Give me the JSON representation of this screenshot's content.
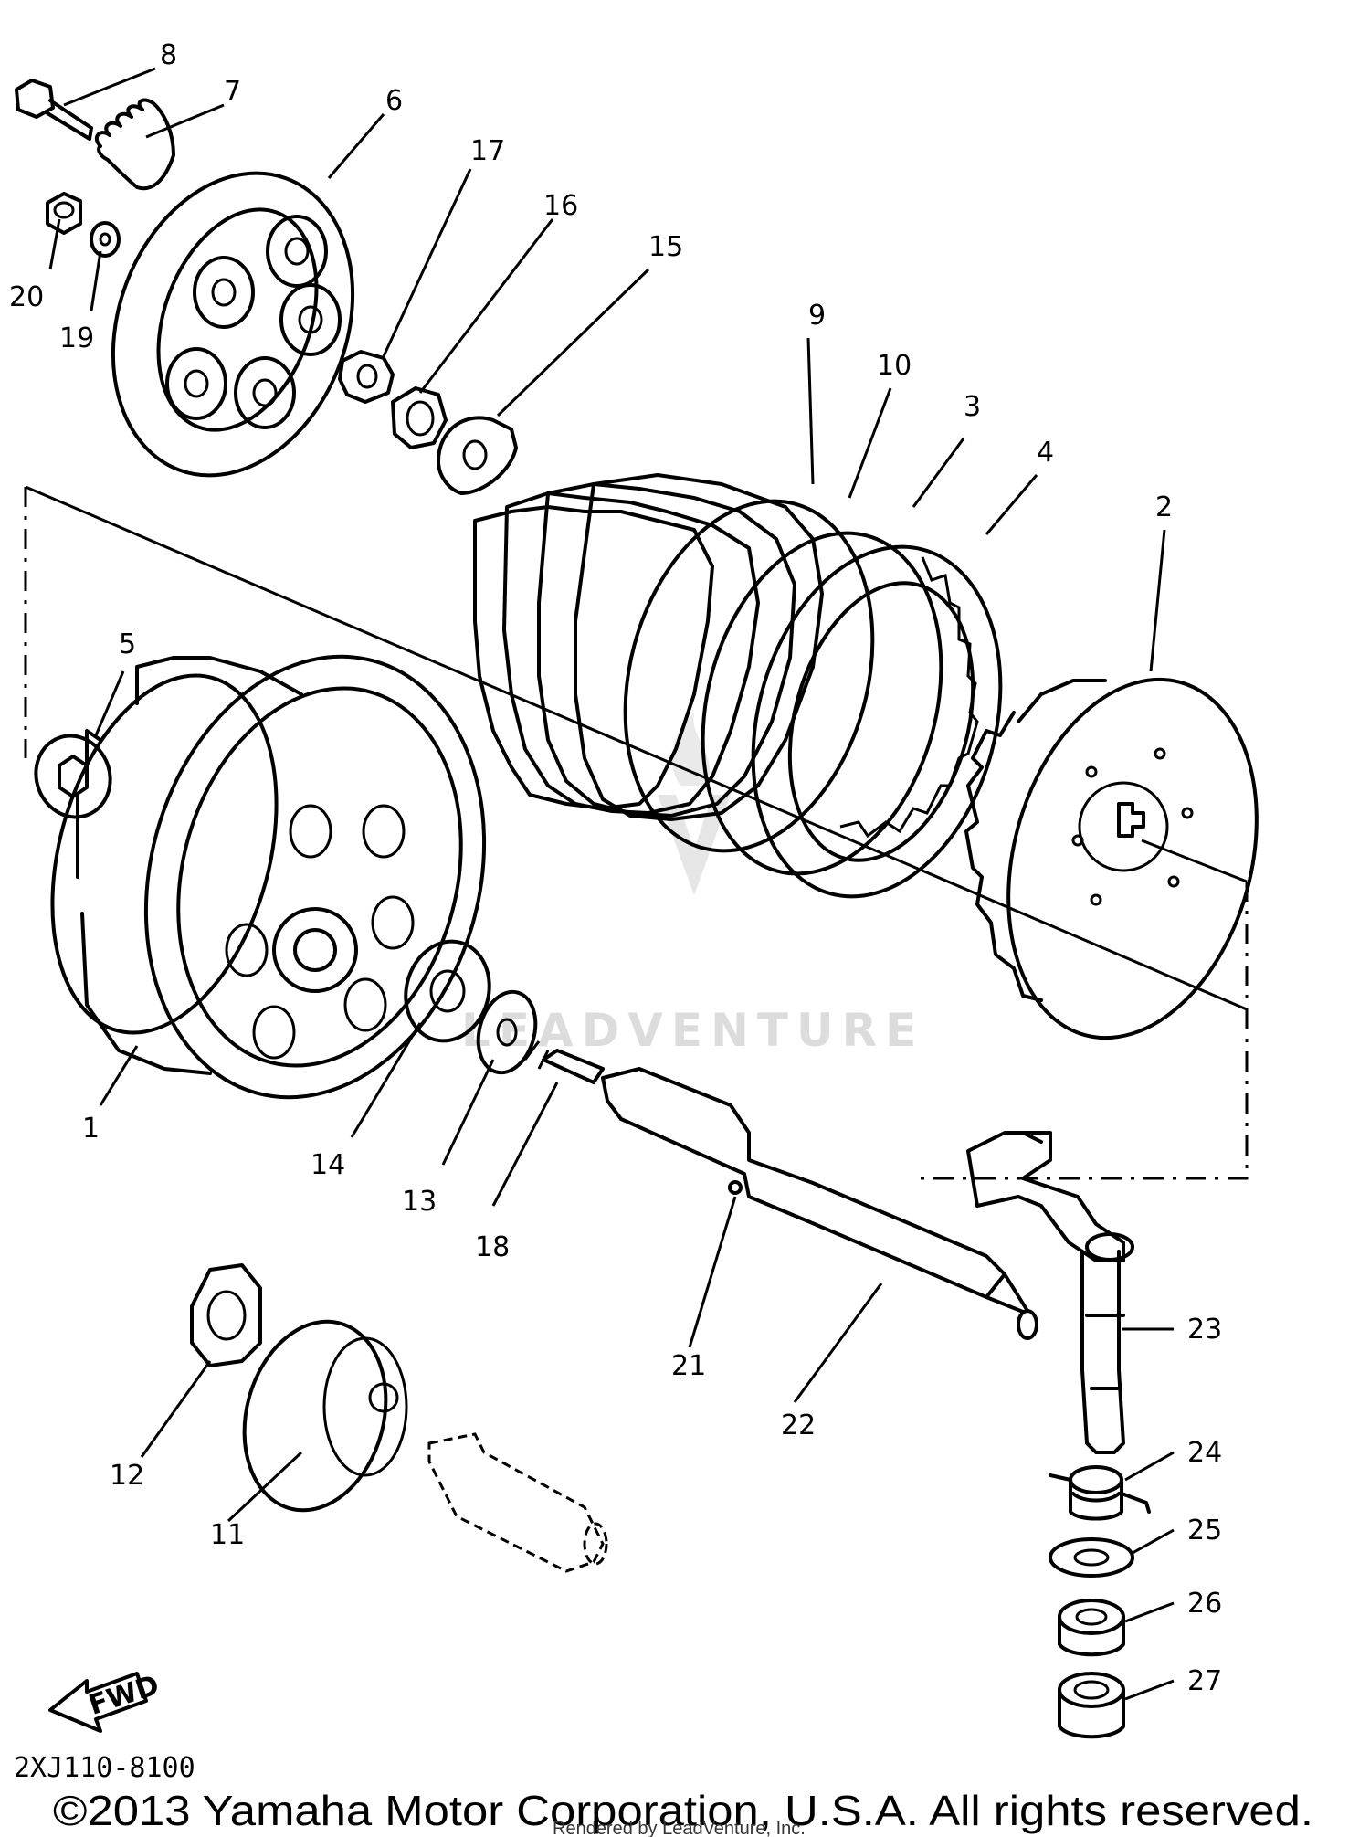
{
  "diagram": {
    "callouts": [
      "1",
      "2",
      "3",
      "4",
      "5",
      "6",
      "7",
      "8",
      "9",
      "10",
      "11",
      "12",
      "13",
      "14",
      "15",
      "16",
      "17",
      "18",
      "19",
      "20",
      "21",
      "22",
      "23",
      "24",
      "25",
      "26",
      "27"
    ],
    "fwd_label": "FWD",
    "diagram_code": "2XJ110-8100",
    "copyright": "©2013 Yamaha Motor Corporation, U.S.A. All rights reserved.",
    "rendered_by": "Rendered by LeadVenture, Inc.",
    "watermark": "LEADVENTURE"
  }
}
